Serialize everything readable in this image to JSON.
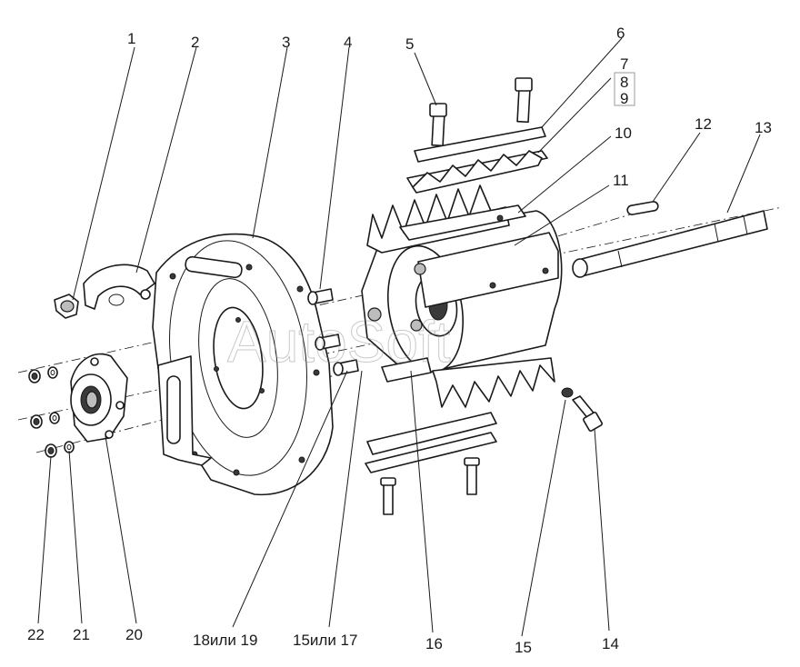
{
  "watermark": "AutoSoft",
  "callouts": [
    {
      "id": "1",
      "text": "1"
    },
    {
      "id": "2",
      "text": "2"
    },
    {
      "id": "3",
      "text": "3"
    },
    {
      "id": "4",
      "text": "4"
    },
    {
      "id": "5",
      "text": "5"
    },
    {
      "id": "6",
      "text": "6"
    },
    {
      "id": "7",
      "text": "7"
    },
    {
      "id": "8",
      "text": "8"
    },
    {
      "id": "9",
      "text": "9"
    },
    {
      "id": "10",
      "text": "10"
    },
    {
      "id": "11",
      "text": "11"
    },
    {
      "id": "12",
      "text": "12"
    },
    {
      "id": "13",
      "text": "13"
    },
    {
      "id": "14",
      "text": "14"
    },
    {
      "id": "15",
      "text": "15"
    },
    {
      "id": "15or17",
      "text": "15или 17"
    },
    {
      "id": "16",
      "text": "16"
    },
    {
      "id": "18or19",
      "text": "18или 19"
    },
    {
      "id": "20",
      "text": "20"
    },
    {
      "id": "21",
      "text": "21"
    },
    {
      "id": "22",
      "text": "22"
    }
  ]
}
